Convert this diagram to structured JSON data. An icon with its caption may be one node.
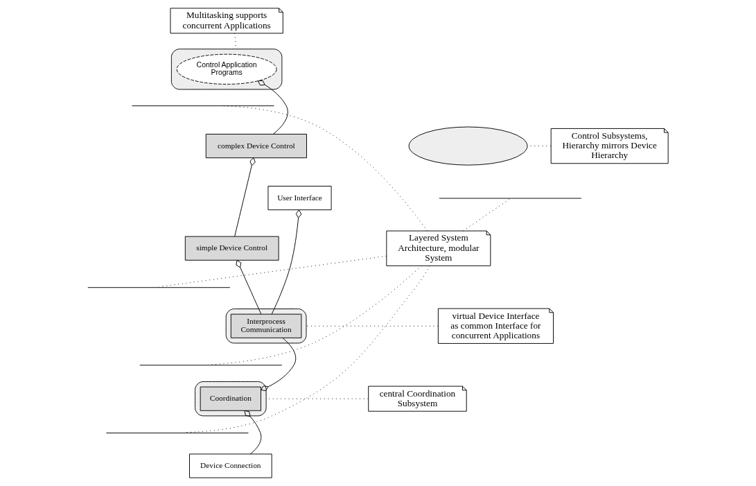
{
  "diagram": {
    "nodes": [
      {
        "text": [
          "Multitasking supports concurrent Applications"
        ]
      },
      {
        "text": [],
        "shape": "ellipse"
      },
      {
        "text": [
          "Control Application Programs"
        ],
        "in": 1
      },
      {
        "text": [],
        "shape": "line"
      },
      {
        "text": [],
        "shape": "ellipse"
      },
      {
        "text": [
          "complex Device Control"
        ]
      },
      {
        "text": [
          "Control Subsystems, Hierarchy mirrors Device Hierarchy"
        ]
      },
      {
        "text": [
          "User Interface"
        ]
      },
      {
        "text": [],
        "shape": "line"
      },
      {
        "text": [
          "simple Device Control"
        ]
      },
      {
        "text": [
          "Layered System Architecture, modular System"
        ]
      },
      {
        "text": [],
        "shape": "line"
      },
      {
        "text": [],
        "shape": "ellipse"
      },
      {
        "text": [
          "Interprocess Communication"
        ],
        "in": 12
      },
      {
        "text": [
          "virtual Device Interface as common Interface for concurrent Applications"
        ]
      },
      {
        "text": [],
        "shape": "line"
      },
      {
        "text": [],
        "shape": "ellipse"
      },
      {
        "text": [
          "Coordination"
        ],
        "in": 16
      },
      {
        "text": [
          "central Coordination Subsystem"
        ]
      },
      {
        "text": [],
        "shape": "line"
      },
      {
        "text": [
          "Device Connection"
        ]
      }
    ],
    "edges": [
      {
        "from": 5,
        "to": 2,
        "arrow": "other"
      },
      {
        "from": 9,
        "to": 5,
        "arrow": "other"
      },
      {
        "from": 13,
        "to": 7,
        "arrow": "other"
      },
      {
        "from": 13,
        "to": 9,
        "arrow": "other"
      },
      {
        "from": 13,
        "to": 17,
        "arrow": "other"
      },
      {
        "from": 20,
        "to": 17,
        "arrow": "other"
      },
      {
        "from": 0,
        "to": 1,
        "arrow": "none",
        "style": "dashed"
      },
      {
        "from": 6,
        "to": 4,
        "arrow": "none",
        "style": "dashed"
      },
      {
        "from": 14,
        "to": 12,
        "arrow": "none",
        "style": "dashed"
      },
      {
        "from": 18,
        "to": 16,
        "arrow": "none",
        "style": "dashed"
      },
      {
        "from": 10,
        "to": 3,
        "arrow": "none",
        "style": "dashed"
      },
      {
        "from": 10,
        "to": 8,
        "arrow": "none",
        "style": "dashed"
      },
      {
        "from": 10,
        "to": 11,
        "arrow": "none",
        "style": "dashed"
      },
      {
        "from": 10,
        "to": 15,
        "arrow": "none",
        "style": "dashed"
      },
      {
        "from": 10,
        "to": 19,
        "arrow": "none",
        "style": "dashed"
      }
    ]
  }
}
